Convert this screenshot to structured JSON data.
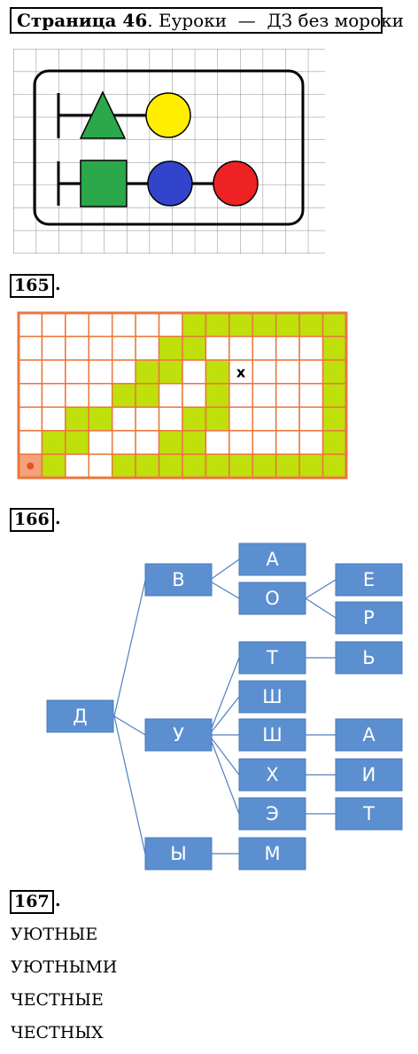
{
  "header": {
    "page_label": "Страница 46",
    "rest": ". Еуроки  —  ДЗ без мороки"
  },
  "ex165": {
    "number": "165",
    "marked_cell": "x",
    "colors": {
      "grid": "#e9773d",
      "green": "#c0e00b",
      "start": "#e9773d"
    },
    "rows": 7,
    "cols": 14,
    "green_cells": [
      [
        0,
        7
      ],
      [
        0,
        8
      ],
      [
        0,
        9
      ],
      [
        0,
        10
      ],
      [
        0,
        11
      ],
      [
        0,
        12
      ],
      [
        0,
        13
      ],
      [
        1,
        6
      ],
      [
        1,
        7
      ],
      [
        1,
        13
      ],
      [
        2,
        5
      ],
      [
        2,
        6
      ],
      [
        2,
        8
      ],
      [
        2,
        13
      ],
      [
        3,
        4
      ],
      [
        3,
        5
      ],
      [
        3,
        8
      ],
      [
        3,
        13
      ],
      [
        4,
        2
      ],
      [
        4,
        3
      ],
      [
        4,
        7
      ],
      [
        4,
        8
      ],
      [
        4,
        13
      ],
      [
        5,
        1
      ],
      [
        5,
        2
      ],
      [
        5,
        6
      ],
      [
        5,
        7
      ],
      [
        5,
        13
      ],
      [
        6,
        1
      ],
      [
        6,
        4
      ],
      [
        6,
        5
      ],
      [
        6,
        6
      ],
      [
        6,
        7
      ],
      [
        6,
        8
      ],
      [
        6,
        9
      ],
      [
        6,
        10
      ],
      [
        6,
        11
      ],
      [
        6,
        12
      ],
      [
        6,
        13
      ]
    ],
    "x_cell": [
      2,
      9
    ],
    "start_cell": [
      6,
      0
    ]
  },
  "ex166": {
    "number": "166",
    "nodes": {
      "d": "Д",
      "v": "В",
      "u": "У",
      "y": "Ы",
      "a1": "А",
      "o": "О",
      "e": "Е",
      "r": "Р",
      "t1": "Т",
      "soft": "Ь",
      "sh1": "Ш",
      "sh2": "Ш",
      "a2": "А",
      "h": "Х",
      "i": "И",
      "ee": "Э",
      "t2": "Т",
      "m": "М"
    }
  },
  "ex167": {
    "number": "167",
    "words": [
      "УЮТНЫЕ",
      "УЮТНЫМИ",
      "ЧЕСТНЫЕ",
      "ЧЕСТНЫХ"
    ]
  }
}
